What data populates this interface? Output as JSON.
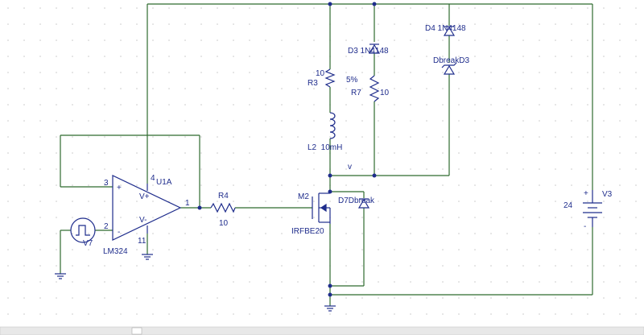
{
  "colors": {
    "wire": "#2f6b2f",
    "component": "#1f2d8c",
    "node": "#1f2d8c",
    "ground": "#1f2d8c",
    "grid": "#c9c9c9",
    "background": "#ffffff"
  },
  "components": {
    "opamp": {
      "ref": "U1A",
      "part": "LM324",
      "pin_vplus": "V+",
      "pin_vminus": "V-",
      "pin3": "3",
      "pin2": "2",
      "pin1": "1",
      "pin4": "4",
      "pin11": "11",
      "plus": "+",
      "minus": "-"
    },
    "source_v7": {
      "ref": "V7"
    },
    "r4": {
      "ref": "R4",
      "value": "10"
    },
    "m2": {
      "ref": "M2",
      "part": "IRFBE20"
    },
    "d7": {
      "ref": "D7",
      "part": "Dbreak",
      "label": "D7Dbreak"
    },
    "r3": {
      "ref": "R3",
      "value": "10",
      "tolerance": "5%"
    },
    "l2": {
      "ref": "L2",
      "value": "10mH",
      "label": "L2  10mH"
    },
    "d3_upper": {
      "label": "D3 1N4148"
    },
    "r7": {
      "ref": "R7",
      "value": "10"
    },
    "d4": {
      "label": "D4 1N4148"
    },
    "d3_lower": {
      "label": "DbreakD3"
    },
    "v3": {
      "ref": "V3",
      "value": "24",
      "plus": "+",
      "minus": "-"
    },
    "node_marker": "v"
  }
}
